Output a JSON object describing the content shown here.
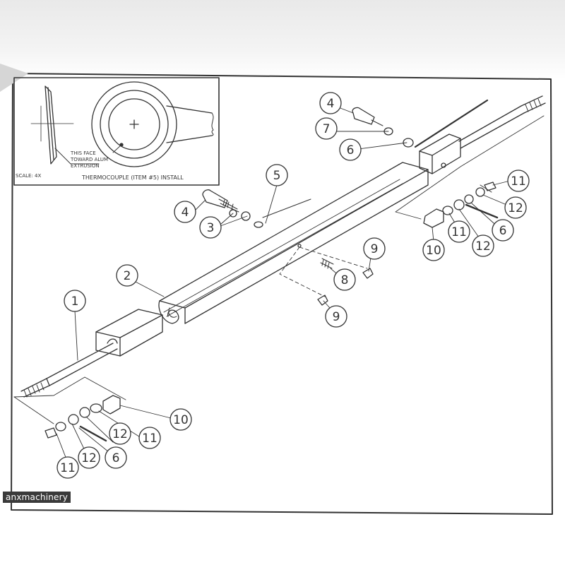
{
  "inset": {
    "face_note_line1": "THIS FACE",
    "face_note_line2": "TOWARD ALUM",
    "face_note_line3": "EXTRUSION",
    "scale_label": "SCALE: 4X",
    "title": "THERMOCOUPLE (ITEM #5) INSTALL"
  },
  "callouts": [
    {
      "id": "c1",
      "label": "1"
    },
    {
      "id": "c2",
      "label": "2"
    },
    {
      "id": "c3",
      "label": "3"
    },
    {
      "id": "c4a",
      "label": "4"
    },
    {
      "id": "c4b",
      "label": "4"
    },
    {
      "id": "c5",
      "label": "5"
    },
    {
      "id": "c6a",
      "label": "6"
    },
    {
      "id": "c6b",
      "label": "6"
    },
    {
      "id": "c6c",
      "label": "6"
    },
    {
      "id": "c7",
      "label": "7"
    },
    {
      "id": "c8",
      "label": "8"
    },
    {
      "id": "c9a",
      "label": "9"
    },
    {
      "id": "c9b",
      "label": "9"
    },
    {
      "id": "c10a",
      "label": "10"
    },
    {
      "id": "c10b",
      "label": "10"
    },
    {
      "id": "c11a",
      "label": "11"
    },
    {
      "id": "c11b",
      "label": "11"
    },
    {
      "id": "c11c",
      "label": "11"
    },
    {
      "id": "c11d",
      "label": "11"
    },
    {
      "id": "c12a",
      "label": "12"
    },
    {
      "id": "c12b",
      "label": "12"
    },
    {
      "id": "c12c",
      "label": "12"
    },
    {
      "id": "c12d",
      "label": "12"
    }
  ],
  "watermark": "anxmachinery",
  "colors": {
    "ink": "#333333",
    "paper": "#ffffff"
  }
}
